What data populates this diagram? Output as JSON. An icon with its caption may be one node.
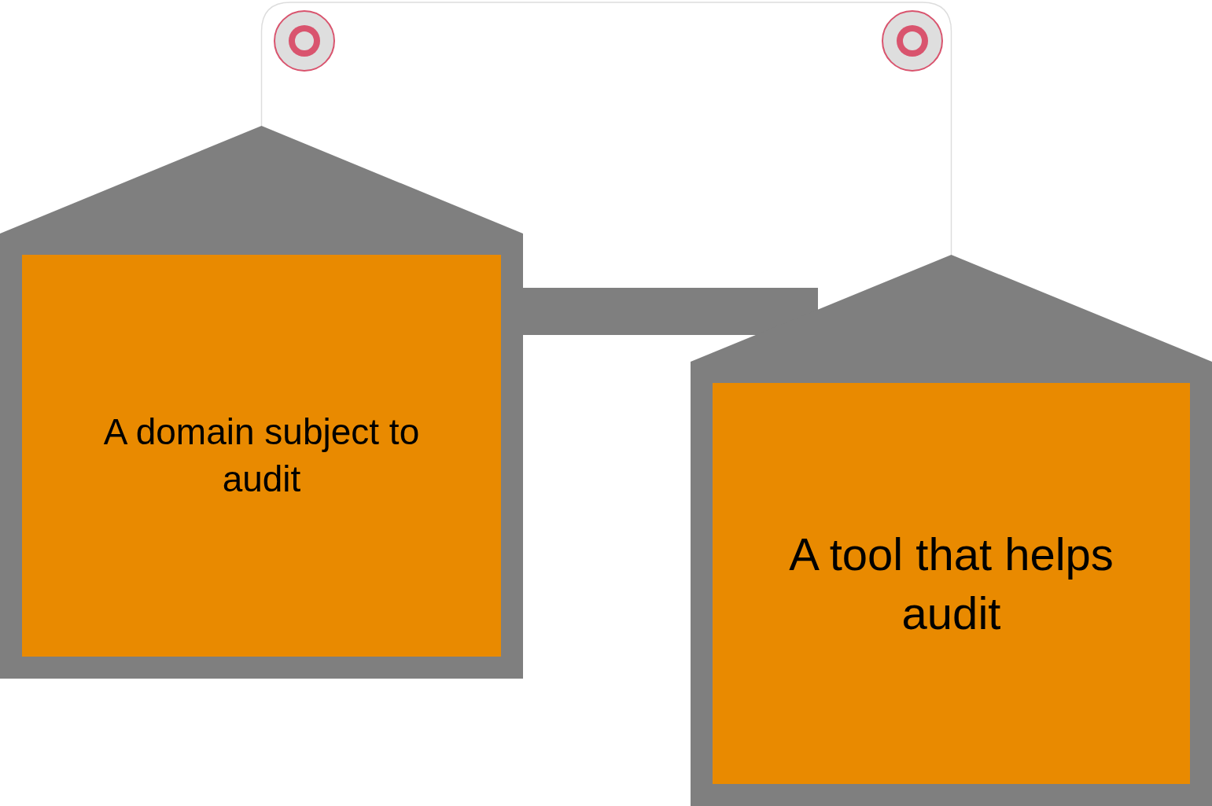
{
  "diagram": {
    "nodes": [
      {
        "text": [
          "A domain subject to audit"
        ]
      },
      {
        "text": [
          "A tool that helps audit"
        ]
      }
    ],
    "edges": [
      {
        "from": 0,
        "to": 1,
        "arrow": "none",
        "style": "thick"
      },
      {
        "from": 0,
        "to": 1,
        "arrow": "none",
        "color": "#dddddd"
      }
    ]
  }
}
